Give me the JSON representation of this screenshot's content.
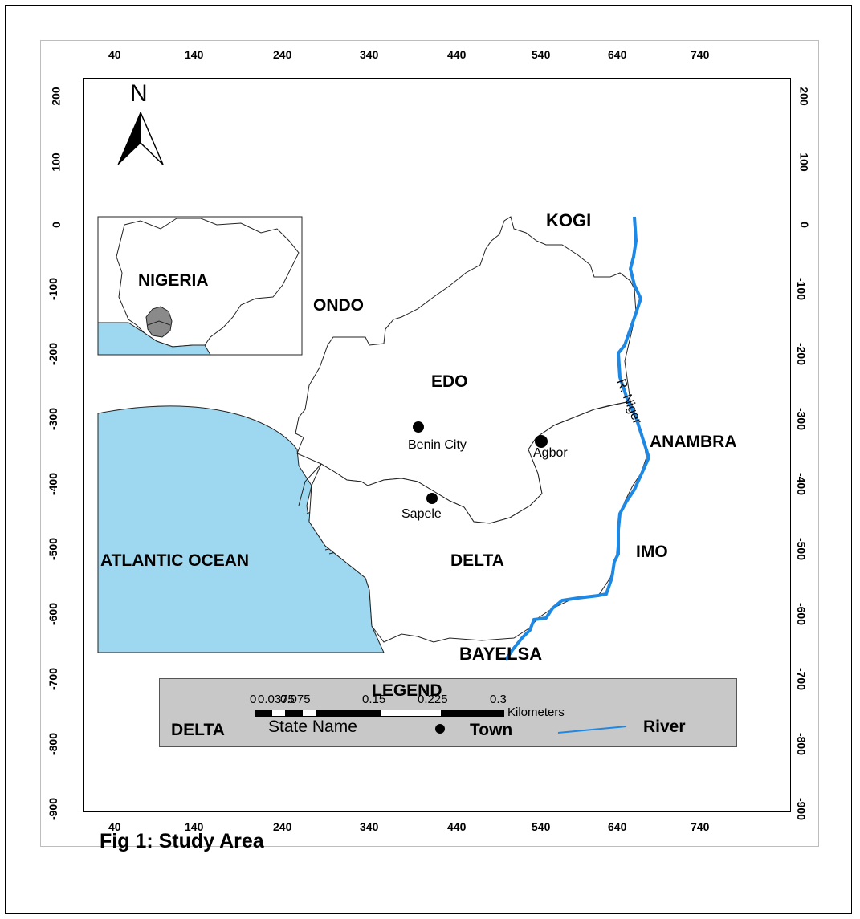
{
  "map": {
    "figure_title": "Fig 1: Study Area",
    "north_label": "N",
    "x_ticks": [
      "40",
      "140",
      "240",
      "340",
      "440",
      "540",
      "640",
      "740"
    ],
    "y_ticks": [
      "200",
      "100",
      "0",
      "-100",
      "-200",
      "-300",
      "-400",
      "-500",
      "-600",
      "-700",
      "-800",
      "-900"
    ],
    "regions": {
      "kogi": "KOGI",
      "ondo": "ONDO",
      "edo": "EDO",
      "anambra": "ANAMBRA",
      "imo": "IMO",
      "delta": "DELTA",
      "bayelsa": "BAYELSA",
      "ocean": "ATLANTIC OCEAN",
      "river": "R. Niger"
    },
    "towns": {
      "benin": "Benin City",
      "agbor": "Agbor",
      "sapele": "Sapele"
    },
    "inset": {
      "label": "NIGERIA"
    },
    "legend": {
      "title": "LEGEND",
      "state_example": "DELTA",
      "state_desc": "State Name",
      "town": "Town",
      "river": "River"
    },
    "scale": {
      "labels": [
        "0",
        "0.0375",
        "0.075",
        "0.15",
        "0.225",
        "0.3"
      ],
      "unit": "Kilometers"
    },
    "colors": {
      "water": "#9dd8f0",
      "river": "#1e88e5",
      "study_area": "#8a8a8a",
      "legend_bg": "#c8c8c8"
    }
  }
}
